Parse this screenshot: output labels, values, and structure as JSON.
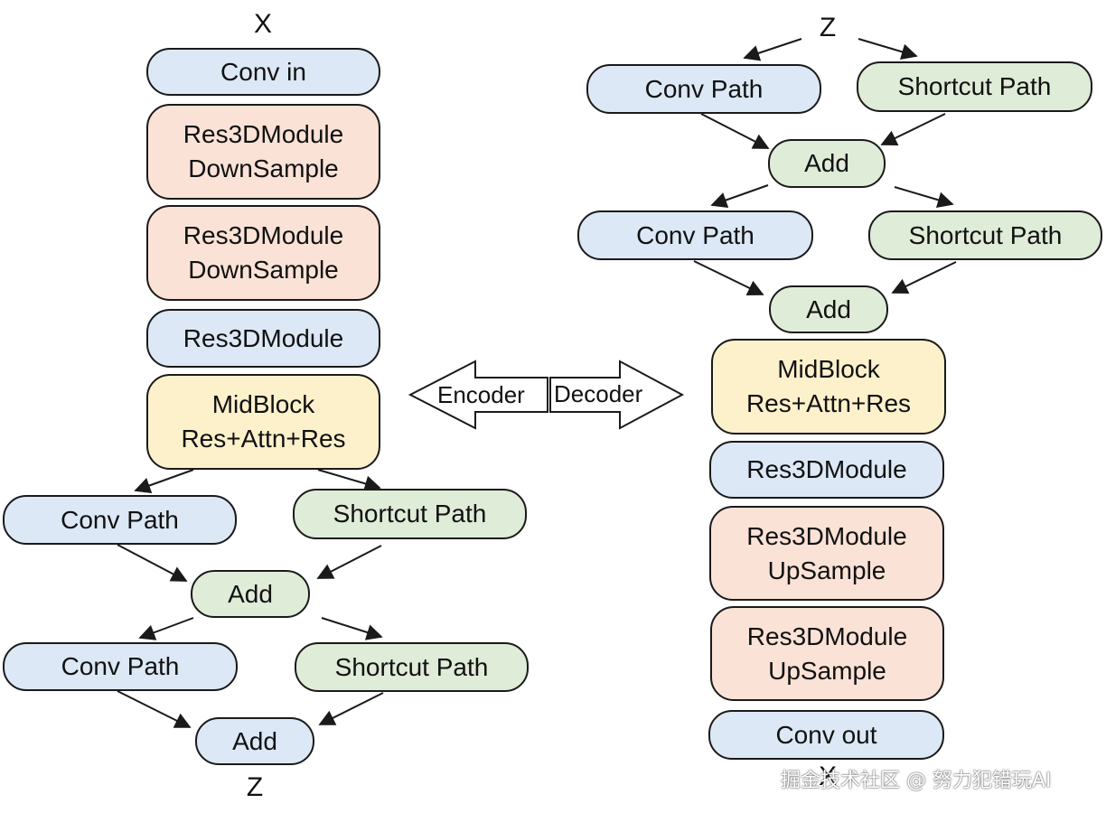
{
  "encoder": {
    "input_var": "X",
    "output_var": "Z",
    "nodes": {
      "conv_in": "Conv in",
      "res_down_1": [
        "Res3DModule",
        "DownSample"
      ],
      "res_down_2": [
        "Res3DModule",
        "DownSample"
      ],
      "res_module": "Res3DModule",
      "mid_block": [
        "MidBlock",
        "Res+Attn+Res"
      ],
      "conv_path_1": "Conv Path",
      "shortcut_path_1": "Shortcut Path",
      "add_1": "Add",
      "conv_path_2": "Conv Path",
      "shortcut_path_2": "Shortcut Path",
      "add_2": "Add"
    }
  },
  "decoder": {
    "input_var": "Z",
    "output_var": "X",
    "nodes": {
      "conv_path_1": "Conv Path",
      "shortcut_path_1": "Shortcut Path",
      "add_1": "Add",
      "conv_path_2": "Conv Path",
      "shortcut_path_2": "Shortcut Path",
      "add_2": "Add",
      "mid_block": [
        "MidBlock",
        "Res+Attn+Res"
      ],
      "res_module": "Res3DModule",
      "res_up_1": [
        "Res3DModule",
        "UpSample"
      ],
      "res_up_2": [
        "Res3DModule",
        "UpSample"
      ],
      "conv_out": "Conv out"
    }
  },
  "center_arrow": {
    "left_label": "Encoder",
    "right_label": "Decoder"
  },
  "watermark": "掘金技术社区 @ 努力犯错玩AI",
  "colors": {
    "blue": "#dce8f5",
    "green": "#dfecd8",
    "orange": "#fbe2d6",
    "yellow": "#fdf1cc",
    "stroke": "#1a1a1a"
  }
}
